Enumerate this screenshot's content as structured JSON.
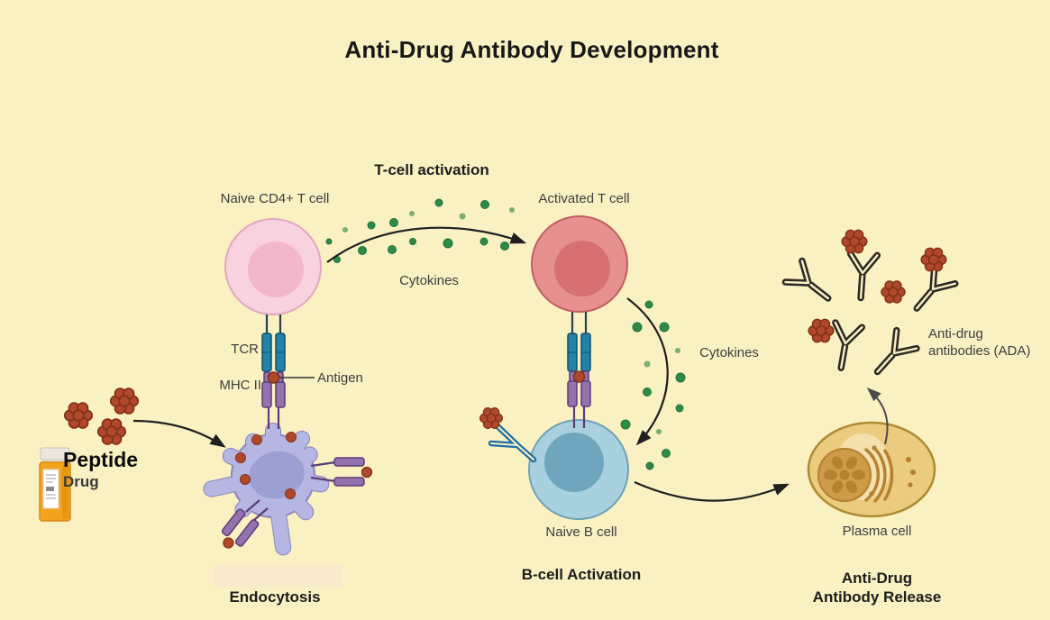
{
  "title": "Anti-Drug Antibody Development",
  "stage_labels": {
    "endocytosis": "Endocytosis",
    "t_cell_activation": "T-cell activation",
    "b_cell_activation": "B-cell Activation",
    "ada_release_line1": "Anti-Drug",
    "ada_release_line2": "Antibody Release"
  },
  "labels": {
    "naive_cd4_t_cell": "Naive CD4+ T cell",
    "activated_t_cell": "Activated T cell",
    "cytokines_1": "Cytokines",
    "cytokines_2": "Cytokines",
    "tcr": "TCR",
    "mhc_ii": "MHC II",
    "antigen": "Antigen",
    "naive_b_cell": "Naive B cell",
    "plasma_cell": "Plasma cell",
    "ada_line1": "Anti-drug",
    "ada_line2": "antibodies (ADA)",
    "peptide": "Peptide",
    "drug": "Drug"
  },
  "icons": [
    "pill-bottle-icon",
    "drug-cluster-icon",
    "dendritic-cell",
    "naive-t-cell",
    "activated-t-cell",
    "naive-b-cell",
    "plasma-cell",
    "antibody-icon",
    "bcr-antibody-icon",
    "tcr-receptor",
    "mhc-ii-receptor",
    "antigen-dot",
    "cytokine-dot",
    "arrow"
  ],
  "colors": {
    "background": "#FAF1C3",
    "naive_t_outer": "#F8D2DE",
    "naive_t_nucleus": "#F3B7CB",
    "naive_t_border": "#E2A6BF",
    "activated_t_outer": "#E79090",
    "activated_t_nucleus": "#D77070",
    "activated_t_border": "#C05E5E",
    "b_cell_outer": "#A8D0DE",
    "b_cell_nucleus": "#6FA6BD",
    "b_cell_border": "#6FA3B5",
    "dendritic_body": "#B5B7E2",
    "dendritic_nucleus": "#9B9FD1",
    "dendritic_border": "#8F88C2",
    "plasma_body": "#EBCB7E",
    "plasma_border": "#AD8A33",
    "plasma_nucleus": "#CE9C49",
    "plasma_organelle": "#B5802F",
    "plasma_light": "#F3E0AC",
    "cytokine_green": "#2E8B45",
    "cytokine_green_dark": "#20703A",
    "cytokine_light": "#7AAF6E",
    "drug_red": "#B0492C",
    "drug_red_dark": "#833019",
    "antibody_dark": "#2D2A26",
    "bcr_blue": "#1C6FA5",
    "tcr_teal": "#2282A8",
    "tcr_teal_dark": "#11506B",
    "mhc_purple": "#9472AE",
    "mhc_purple_dark": "#5C3B77",
    "arrow_black": "#1F1F1F",
    "arrow_gray": "#4A4A4A",
    "bottle_orange": "#F2A41F",
    "bottle_orange_dark": "#D88A10"
  }
}
